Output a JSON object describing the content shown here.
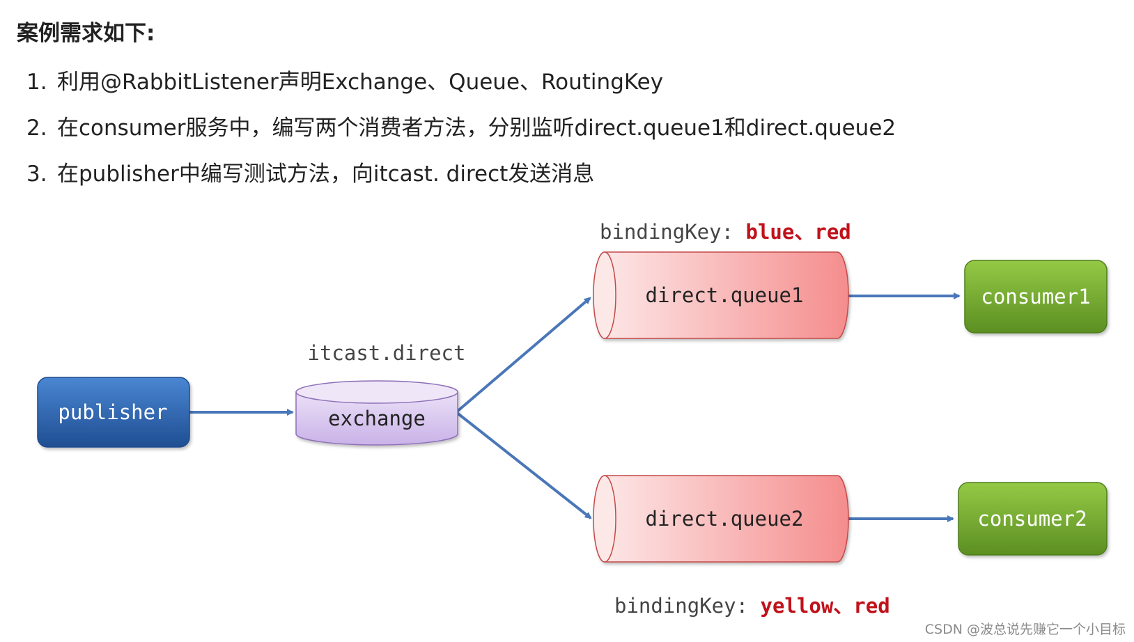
{
  "heading": "案例需求如下:",
  "requirements": [
    {
      "num": "1.",
      "text": "利用@RabbitListener声明Exchange、Queue、RoutingKey"
    },
    {
      "num": "2.",
      "text": "在consumer服务中，编写两个消费者方法，分别监听direct.queue1和direct.queue2"
    },
    {
      "num": "3.",
      "text": "在publisher中编写测试方法，向itcast. direct发送消息"
    }
  ],
  "diagram": {
    "publisher": "publisher",
    "exchange_name": "itcast.direct",
    "exchange": "exchange",
    "queue1": {
      "name": "direct.queue1",
      "binding_label": "bindingKey: ",
      "binding_keys": "blue、red"
    },
    "queue2": {
      "name": "direct.queue2",
      "binding_label": "bindingKey: ",
      "binding_keys": "yellow、red"
    },
    "consumer1": "consumer1",
    "consumer2": "consumer2",
    "colors": {
      "publisher": "#2f65b0",
      "exchange": "#d9c8ef",
      "queue": "#f7a3a3",
      "consumer": "#7fb332",
      "arrow": "#4a77b8",
      "binding_keys": "#c0121b"
    }
  },
  "watermark": "CSDN @波总说先赚它一个小目标"
}
